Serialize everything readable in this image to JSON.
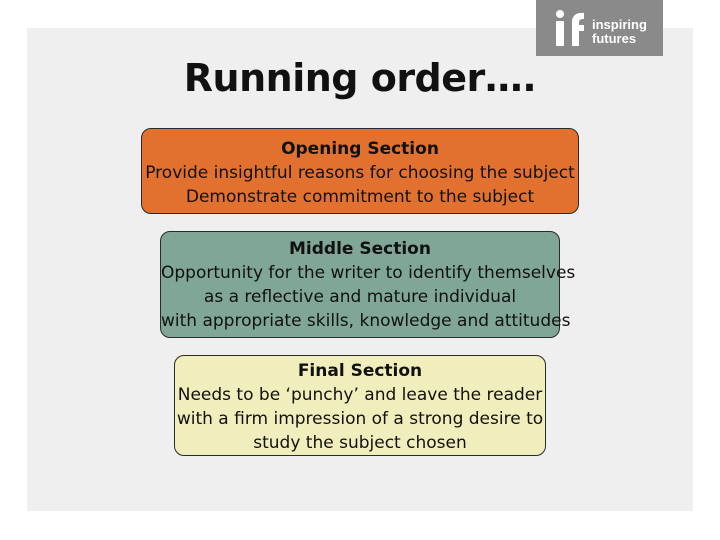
{
  "logo": {
    "line1": "inspiring",
    "line2": "futures"
  },
  "title": "Running order….",
  "sections": [
    {
      "heading": "Opening Section",
      "lines": [
        "Provide insightful reasons for choosing the subject",
        "Demonstrate commitment to the subject"
      ],
      "color": "#e2702e"
    },
    {
      "heading": "Middle Section",
      "lines": [
        "Opportunity for the writer to identify themselves",
        "as a reflective and mature individual",
        "with appropriate skills, knowledge and attitudes"
      ],
      "color": "#7fa696"
    },
    {
      "heading": "Final Section",
      "lines": [
        "Needs to be ‘punchy’ and leave the reader",
        "with a firm impression of a strong desire to",
        "study the subject chosen"
      ],
      "color": "#f1eebd"
    }
  ]
}
